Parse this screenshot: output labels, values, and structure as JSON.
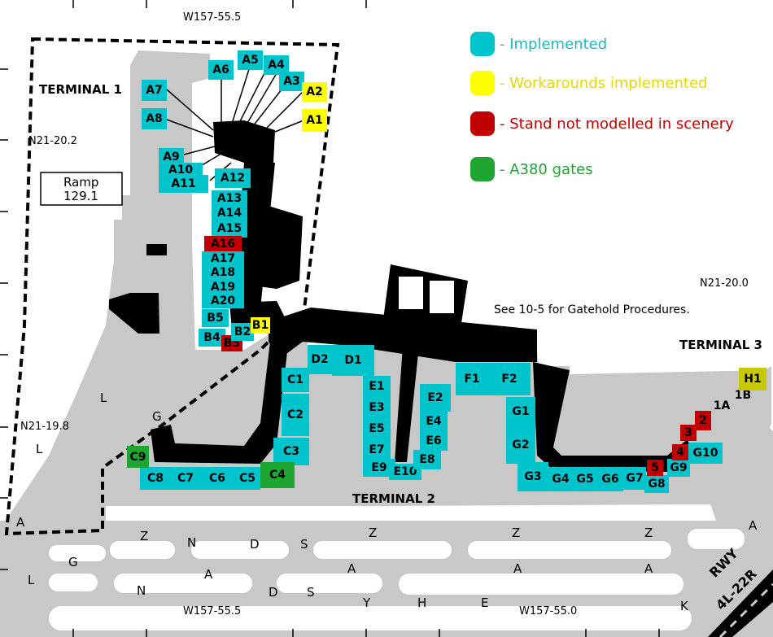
{
  "legend": {
    "items": [
      {
        "key": "implemented",
        "color": "#00c4cc",
        "label": "- Implemented",
        "text_color": "#1fb7c6"
      },
      {
        "key": "workaround",
        "color": "#ffff00",
        "label": "- Workarounds implemented",
        "text_color": "#e5d800"
      },
      {
        "key": "not_modelled",
        "color": "#c00000",
        "label": "- Stand not modelled in scenery",
        "text_color": "#c00000"
      },
      {
        "key": "a380",
        "color": "#1ea532",
        "label": "- A380 gates",
        "text_color": "#1ea532"
      }
    ]
  },
  "colors": {
    "implemented": "#00c4cc",
    "workaround": "#ffff00",
    "workaround_h1": "#c8c800",
    "not_modelled": "#c00000",
    "a380": "#1ea532",
    "taxiway": "#c8c8c8",
    "building": "#000000"
  },
  "terminals": {
    "t1": "TERMINAL 1",
    "t2": "TERMINAL 2",
    "t3": "TERMINAL 3"
  },
  "coordinates": {
    "top_lon": "W157-55.5",
    "bottom_lon_left": "W157-55.5",
    "bottom_lon_right": "W157-55.0",
    "lat_n21_20_2": "N21-20.2",
    "lat_n21_19_8": "N21-19.8",
    "lat_n21_20_0": "N21-20.0"
  },
  "ramp": {
    "title": "Ramp",
    "freq": "129.1"
  },
  "note": "See 10-5 for Gatehold Procedures.",
  "runway": {
    "line1": "RWY",
    "line2": "4L-22R"
  },
  "taxiways": {
    "L1": "L",
    "L2": "L",
    "L3": "L",
    "A_left": "A",
    "G_upper": "G",
    "G_lower": "G",
    "Z1": "Z",
    "Z2": "Z",
    "Z3": "Z",
    "Z4": "Z",
    "N1": "N",
    "N2": "N",
    "D1": "D",
    "D2": "D",
    "S1": "S",
    "S2": "S",
    "A1": "A",
    "A2": "A",
    "A3": "A",
    "A4": "A",
    "A_right": "A",
    "Y": "Y",
    "H": "H",
    "E": "E",
    "K": "K"
  },
  "gates": [
    {
      "id": "A6",
      "status": "implemented"
    },
    {
      "id": "A5",
      "status": "implemented"
    },
    {
      "id": "A4",
      "status": "implemented"
    },
    {
      "id": "A3",
      "status": "implemented"
    },
    {
      "id": "A2",
      "status": "workaround"
    },
    {
      "id": "A1",
      "status": "workaround"
    },
    {
      "id": "A7",
      "status": "implemented"
    },
    {
      "id": "A8",
      "status": "implemented"
    },
    {
      "id": "A9",
      "status": "implemented"
    },
    {
      "id": "A10",
      "status": "implemented"
    },
    {
      "id": "A11",
      "status": "implemented"
    },
    {
      "id": "A12",
      "status": "implemented"
    },
    {
      "id": "A13",
      "status": "implemented"
    },
    {
      "id": "A14",
      "status": "implemented"
    },
    {
      "id": "A15",
      "status": "implemented"
    },
    {
      "id": "A16",
      "status": "not_modelled"
    },
    {
      "id": "A17",
      "status": "implemented"
    },
    {
      "id": "A18",
      "status": "implemented"
    },
    {
      "id": "A19",
      "status": "implemented"
    },
    {
      "id": "A20",
      "status": "implemented"
    },
    {
      "id": "B5",
      "status": "implemented"
    },
    {
      "id": "B4",
      "status": "implemented"
    },
    {
      "id": "B3",
      "status": "not_modelled"
    },
    {
      "id": "B2",
      "status": "implemented"
    },
    {
      "id": "B1",
      "status": "workaround"
    },
    {
      "id": "D2",
      "status": "implemented"
    },
    {
      "id": "D1",
      "status": "implemented"
    },
    {
      "id": "C1",
      "status": "implemented"
    },
    {
      "id": "C2",
      "status": "implemented"
    },
    {
      "id": "C3",
      "status": "implemented"
    },
    {
      "id": "C4",
      "status": "a380"
    },
    {
      "id": "C5",
      "status": "implemented"
    },
    {
      "id": "C6",
      "status": "implemented"
    },
    {
      "id": "C7",
      "status": "implemented"
    },
    {
      "id": "C8",
      "status": "implemented"
    },
    {
      "id": "C9",
      "status": "a380"
    },
    {
      "id": "E1",
      "status": "implemented"
    },
    {
      "id": "E3",
      "status": "implemented"
    },
    {
      "id": "E5",
      "status": "implemented"
    },
    {
      "id": "E7",
      "status": "implemented"
    },
    {
      "id": "E9",
      "status": "implemented"
    },
    {
      "id": "E10",
      "status": "implemented"
    },
    {
      "id": "E2",
      "status": "implemented"
    },
    {
      "id": "E4",
      "status": "implemented"
    },
    {
      "id": "E6",
      "status": "implemented"
    },
    {
      "id": "E8",
      "status": "implemented"
    },
    {
      "id": "F1",
      "status": "implemented"
    },
    {
      "id": "F2",
      "status": "implemented"
    },
    {
      "id": "G1",
      "status": "implemented"
    },
    {
      "id": "G2",
      "status": "implemented"
    },
    {
      "id": "G3",
      "status": "implemented"
    },
    {
      "id": "G4",
      "status": "implemented"
    },
    {
      "id": "G5",
      "status": "implemented"
    },
    {
      "id": "G6",
      "status": "implemented"
    },
    {
      "id": "G7",
      "status": "implemented"
    },
    {
      "id": "G8",
      "status": "implemented"
    },
    {
      "id": "G9",
      "status": "implemented"
    },
    {
      "id": "G10",
      "status": "implemented"
    },
    {
      "id": "5",
      "status": "not_modelled"
    },
    {
      "id": "4",
      "status": "not_modelled"
    },
    {
      "id": "3",
      "status": "not_modelled"
    },
    {
      "id": "2",
      "status": "not_modelled"
    },
    {
      "id": "1A",
      "status": "none"
    },
    {
      "id": "1B",
      "status": "none"
    },
    {
      "id": "H1",
      "status": "workaround_h1"
    }
  ]
}
